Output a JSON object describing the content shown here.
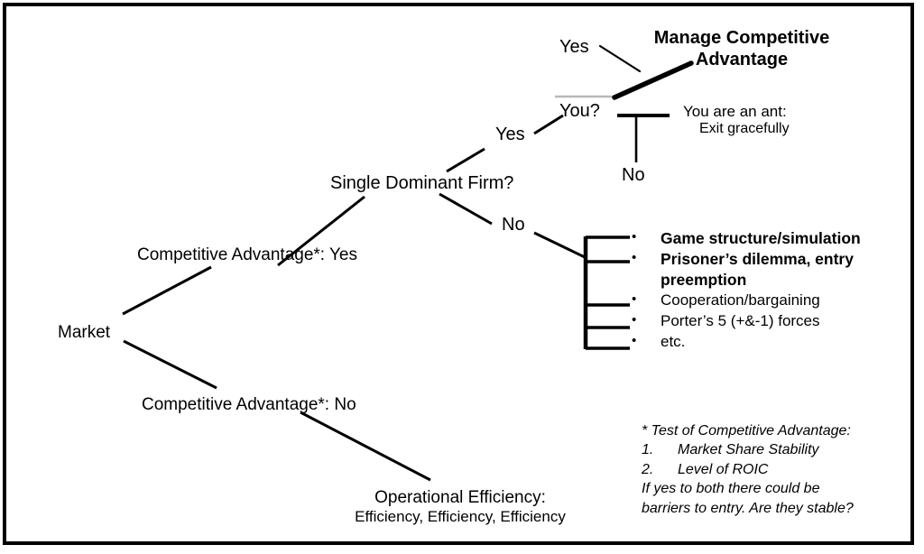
{
  "diagram": {
    "title_node": {
      "line1": "Manage Competitive",
      "line2": "Advantage"
    },
    "ant_node": {
      "line1": "You are an ant:",
      "line2": "Exit gracefully"
    },
    "labels": {
      "yes_top": "Yes",
      "no_top": "No",
      "you": "You?",
      "yes_mid": "Yes",
      "no_mid": "No",
      "firm": "Single Dominant Firm?",
      "ca_yes": "Competitive Advantage*:  Yes",
      "ca_no": "Competitive Advantage*:  No",
      "market": "Market"
    },
    "op_efficiency": {
      "line1": "Operational Efficiency:",
      "line2": "Efficiency, Efficiency, Efficiency"
    },
    "bullet_marker": "•",
    "bullets": [
      {
        "text": "Game structure/simulation",
        "bold": true
      },
      {
        "text": "Prisoner’s dilemma, entry preemption",
        "bold": true
      },
      {
        "text": "Cooperation/bargaining",
        "bold": false
      },
      {
        "text": "Porter’s 5 (+&-1) forces",
        "bold": false
      },
      {
        "text": "etc.",
        "bold": false
      }
    ],
    "footnote": {
      "heading": "* Test of Competitive Advantage:",
      "item1_num": "1.",
      "item1_text": "Market Share Stability",
      "item2_num": "2.",
      "item2_text": "Level of ROIC",
      "closing_line1": "If yes to both there could be",
      "closing_line2": "barriers to entry. Are they stable?"
    },
    "colors": {
      "ink": "#000000",
      "background": "#ffffff",
      "faint_line": "#b8b8b8"
    }
  }
}
